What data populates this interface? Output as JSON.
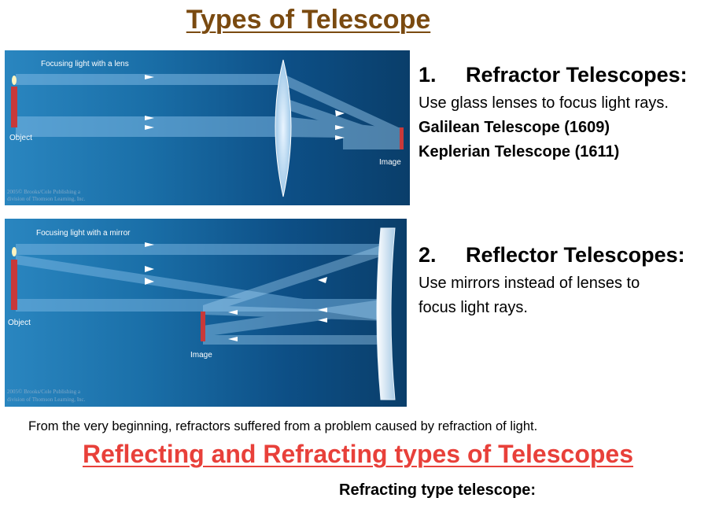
{
  "title": "Types of Telescope",
  "lens_diagram": {
    "heading": "Focusing light with a lens",
    "object_label": "Object",
    "image_label": "Image",
    "credit_line1": "2005© Brooks/Cole Publishing a",
    "credit_line2": "division of Thomson Learning, Inc."
  },
  "mirror_diagram": {
    "heading": "Focusing light with a mirror",
    "object_label": "Object",
    "image_label": "Image",
    "credit_line1": "2005© Brooks/Cole Publishing a",
    "credit_line2": "division of Thomson Learning, Inc."
  },
  "refractor": {
    "number": "1.",
    "heading": "Refractor Telescopes:",
    "description": "Use glass lenses to focus light rays.",
    "example1": "Galilean Telescope (1609)",
    "example2": "Keplerian Telescope (1611)"
  },
  "reflector": {
    "number": "2.",
    "heading": "Reflector Telescopes:",
    "description_line1": "Use mirrors instead of lenses to",
    "description_line2": "focus light rays."
  },
  "note": "From the very beginning, refractors suffered from a problem caused by refraction of light.",
  "subtitle": "Reflecting and Refracting types of Telescopes",
  "caption": "Refracting type telescope:",
  "colors": {
    "title": "#7a4a10",
    "subtitle": "#e8403a",
    "diagram_bg_dark": "#0a3e6a",
    "diagram_bg_light": "#2a86c0",
    "object_red": "#c8393a"
  }
}
